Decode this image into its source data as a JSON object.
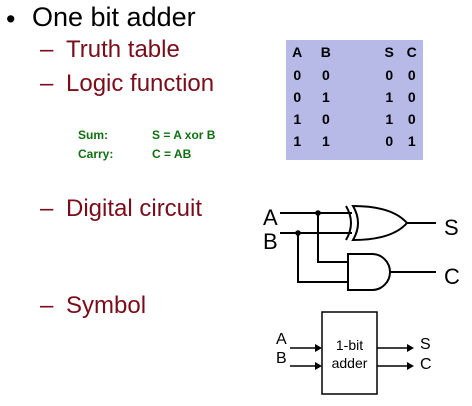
{
  "slide": {
    "bullet": "•",
    "title": "One bit adder",
    "items": [
      {
        "dash": "–",
        "label": "Truth table"
      },
      {
        "dash": "–",
        "label": "Logic function"
      },
      {
        "dash": "–",
        "label": "Digital circuit"
      },
      {
        "dash": "–",
        "label": "Symbol"
      }
    ]
  },
  "logic": {
    "sum_label": "Sum:",
    "sum_expr": "S = A xor B",
    "carry_label": "Carry:",
    "carry_expr": "C = AB"
  },
  "truth_table": {
    "headers": [
      "A",
      "B",
      "S",
      "C"
    ],
    "rows": [
      [
        "0",
        "0",
        "0",
        "0"
      ],
      [
        "0",
        "1",
        "1",
        "0"
      ],
      [
        "1",
        "0",
        "1",
        "0"
      ],
      [
        "1",
        "1",
        "0",
        "1"
      ]
    ],
    "background": "#b7b9e6"
  },
  "circuit": {
    "input_a": "A",
    "input_b": "B",
    "output_s": "S",
    "output_c": "C"
  },
  "symbol": {
    "input_a": "A",
    "input_b": "B",
    "box_line1": "1-bit",
    "box_line2": "adder",
    "output_s": "S",
    "output_c": "C"
  },
  "colors": {
    "subheading": "#7a0d1a",
    "equation": "#107010"
  }
}
